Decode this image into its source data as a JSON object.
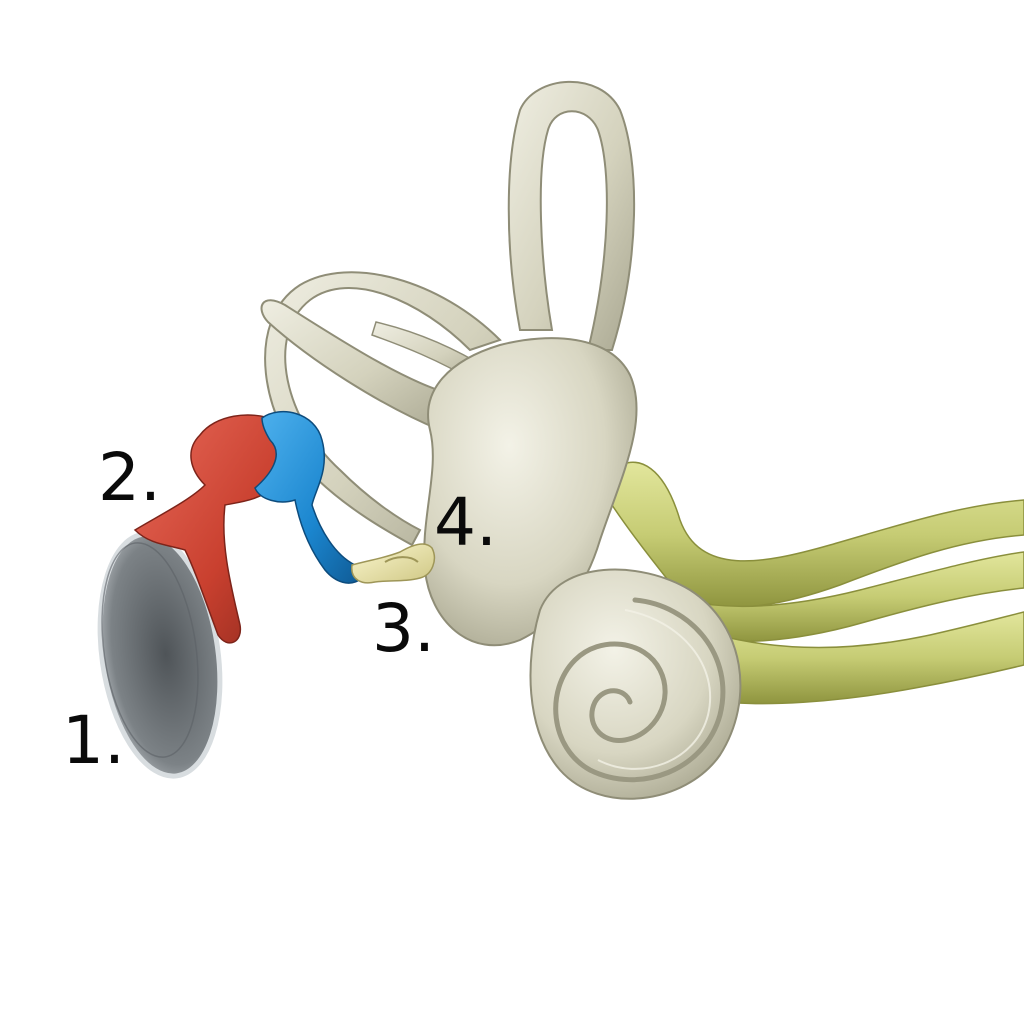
{
  "labels": {
    "one": "1.",
    "two": "2.",
    "three": "3.",
    "four": "4."
  },
  "colors": {
    "background": "#ffffff",
    "bone": "#d9d7c4",
    "bone_shadow": "#a8a690",
    "bone_highlight": "#f1f0e4",
    "eardrum": "#7d8286",
    "malleus": "#d4483a",
    "incus": "#1f8fd6",
    "stapes": "#ece6a6",
    "nerve": "#c9cf7a",
    "nerve_shadow": "#969c46",
    "label_text": "#0a0a0a"
  }
}
